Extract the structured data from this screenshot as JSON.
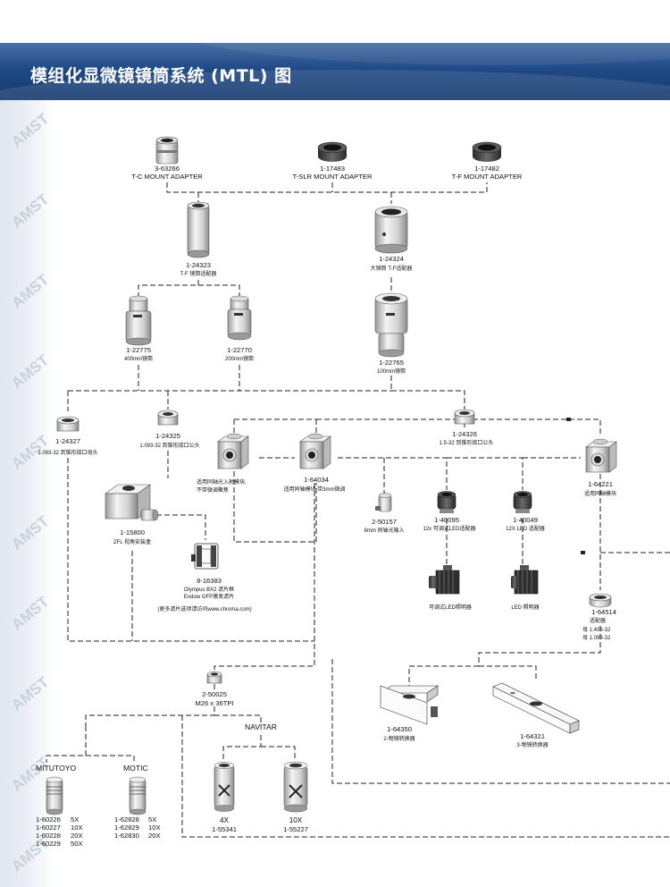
{
  "page": {
    "title": "模组化显微镜镜筒系统 (MTL) 图",
    "watermark": "AMST"
  },
  "colors": {
    "banner": "#1f4a86",
    "line": "#222222",
    "part_body": "#e6e6e6",
    "part_dark": "#3a3a3a"
  },
  "parts": {
    "p63266": {
      "id": "3-63266",
      "name": "T-C MOUNT ADAPTER",
      "icon": "short-tube-adapter-icon"
    },
    "p17483": {
      "id": "1-17483",
      "name": "T-SLR MOUNT ADAPTER",
      "icon": "ring-adapter-icon"
    },
    "p17482": {
      "id": "1-17482",
      "name": "T-F MOUNT ADAPTER",
      "icon": "ring-adapter-icon"
    },
    "p24323": {
      "id": "1-24323",
      "name": "T-F 镜筒适配器",
      "icon": "long-tube-icon"
    },
    "p24324": {
      "id": "1-24324",
      "name": "大镜筒 T-F适配器",
      "icon": "wide-tube-icon"
    },
    "p22775": {
      "id": "1-22775",
      "name": "400mm镜筒",
      "icon": "tube-lens-icon"
    },
    "p22770": {
      "id": "1-22770",
      "name": "200mm镜筒",
      "icon": "tube-lens-icon"
    },
    "p22765": {
      "id": "1-22765",
      "name": "100mm镜筒",
      "icon": "large-tube-lens-icon"
    },
    "p24327": {
      "id": "1-24327",
      "name": "1.093-32 到锥形接口母头",
      "icon": "coupler-icon"
    },
    "p24325": {
      "id": "1-24325",
      "name": "1.093-32 到锥形接口公头",
      "icon": "coupler-icon"
    },
    "p24326": {
      "id": "1-24326",
      "name": "1.5-32 到锥形接口公头",
      "icon": "coupler-icon"
    },
    "p64034": {
      "id": "1-64034",
      "name": "适用同轴模块 带3mm微调",
      "icon": "cube-module-icon"
    },
    "coax_left": {
      "name1": "适用同轴光入射模块,",
      "name2": "不带微调聚焦",
      "icon": "cube-module-icon"
    },
    "p64221": {
      "id": "1-64221",
      "name": "适用同轴模块",
      "icon": "cube-module-icon"
    },
    "p15800": {
      "id": "1-15800",
      "name": "ZFL 视角安装盒",
      "icon": "fluorescence-box-icon"
    },
    "p16383": {
      "id": "8-16383",
      "name1": "Olympus BX2 滤片框",
      "name2": "Endow GFP激发滤片",
      "note": "(更多滤片选项请访问www.chroma.com)",
      "icon": "filter-cube-icon"
    },
    "p50157": {
      "id": "2-50157",
      "name": "8mm 同轴光输入",
      "icon": "fiber-input-icon"
    },
    "p40095": {
      "id": "1-40095",
      "name": "12x 可调式LED适配器",
      "icon": "led-adapter-icon"
    },
    "p40049": {
      "id": "1-40049",
      "name": "12X LED 适配器",
      "icon": "led-adapter-icon"
    },
    "led1": {
      "name": "可调式LED照明器",
      "icon": "led-illuminator-icon"
    },
    "led2": {
      "name": "LED 照明器",
      "icon": "led-illuminator-icon"
    },
    "p64514": {
      "id": "1-64514",
      "name": "适配器",
      "spec1": "母 1.406-32",
      "spec2": "母 1.093-32",
      "icon": "ring-adapter-icon"
    },
    "p64350": {
      "id": "1-64350",
      "name": "2-物镜转换器",
      "icon": "slider-icon"
    },
    "p64321": {
      "id": "1-64321",
      "name": "3-物镜转换器",
      "icon": "slider-icon"
    },
    "p50025": {
      "id": "2-50025",
      "name": "M26 x 36TPI",
      "icon": "thread-adapter-icon"
    }
  },
  "groups": {
    "mitutoyo": {
      "label": "MITUTOYO",
      "rows": [
        {
          "id": "1-60226",
          "mag": "5X"
        },
        {
          "id": "1-60227",
          "mag": "10X"
        },
        {
          "id": "1-60228",
          "mag": "20X"
        },
        {
          "id": "1-60229",
          "mag": "50X"
        }
      ]
    },
    "motic": {
      "label": "MOTIC",
      "rows": [
        {
          "id": "1-62828",
          "mag": "5X"
        },
        {
          "id": "1-62829",
          "mag": "10X"
        },
        {
          "id": "1-62830",
          "mag": "20X"
        }
      ]
    },
    "navitar": {
      "label": "NAVITAR",
      "obj1": {
        "mag": "4X",
        "id": "1-55341"
      },
      "obj2": {
        "mag": "10X",
        "id": "1-55227"
      }
    }
  }
}
